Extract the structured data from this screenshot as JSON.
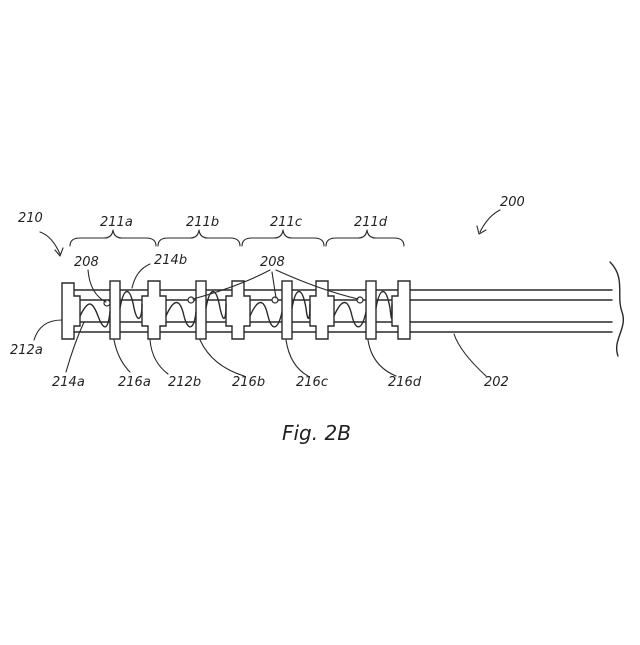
{
  "figure": {
    "caption": "Fig. 2B",
    "labels": {
      "device": "200",
      "assembly": "210",
      "body": "202",
      "segments": [
        "211a",
        "211b",
        "211c",
        "211d"
      ],
      "element_left": "212a",
      "element_b": "212b",
      "spring_a": "214a",
      "spring_b": "214b",
      "joints": [
        "216a",
        "216b",
        "216c",
        "216d"
      ],
      "connector_left": "208",
      "connector_group": "208"
    }
  }
}
